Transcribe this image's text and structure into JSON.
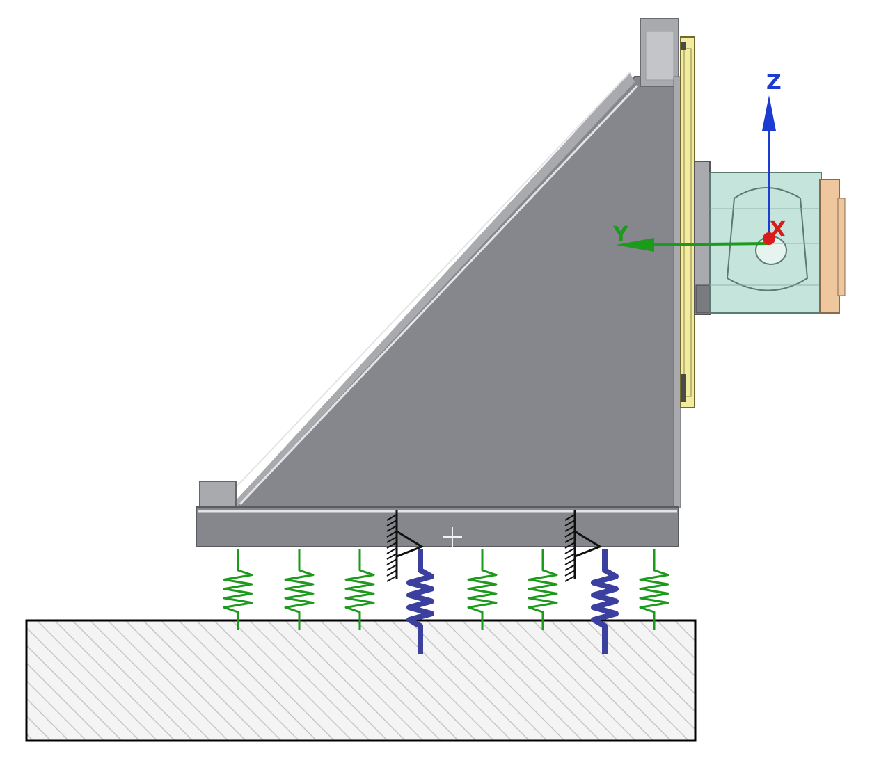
{
  "axes": {
    "z_label": "Z",
    "y_label": "Y",
    "x_label": "X"
  },
  "colors": {
    "ground_fill": "#f4f4f4",
    "hatch": "#c6c6c6",
    "body_gray": "#86878c",
    "body_light": "#a9aaae",
    "edge_light": "#e4e4e6",
    "plate_yellow": "#f2eba0",
    "motor_green": "#c5e4dc",
    "motor_orange": "#efc79e",
    "spring_green": "#1c9a1c",
    "spring_blue": "#3b3f9e",
    "axis_blue": "#1c3bd0",
    "axis_green": "#1c9a1c",
    "axis_red": "#d81c1c"
  },
  "springs": {
    "green_count": 6,
    "blue_count": 2,
    "fixed_supports": 2
  }
}
